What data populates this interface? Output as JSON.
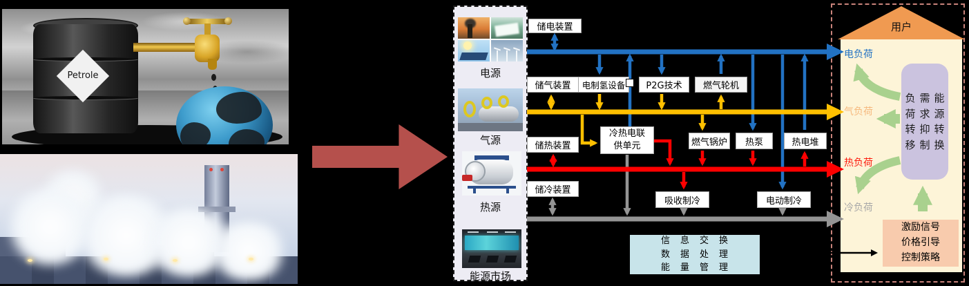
{
  "left_photos": {
    "oil_barrel_label": "Petrole"
  },
  "source_panel": {
    "items": [
      {
        "label": "电源"
      },
      {
        "label": "气源"
      },
      {
        "label": "热源"
      },
      {
        "label": "能源市场"
      }
    ]
  },
  "storage": {
    "electric": "储电装置",
    "gas": "储气装置",
    "heat": "储热装置",
    "cold": "储冷装置"
  },
  "converters": {
    "electrolysis": "电制氢设备",
    "p2g": "P2G技术",
    "gas_turbine": "燃气轮机",
    "cchp": "冷热电联\n供单元",
    "gas_boiler": "燃气锅炉",
    "heat_pump": "热泵",
    "thermopile": "热电堆",
    "absorption_chiller": "吸收制冷",
    "electric_chiller": "电动制冷"
  },
  "buses": {
    "electric": {
      "label": "电负荷",
      "color": "#2272c3"
    },
    "gas": {
      "label": "气负荷",
      "color": "#ffc000"
    },
    "heat": {
      "label": "热负荷",
      "color": "#ff0000"
    },
    "cold": {
      "label": "冷负荷",
      "color": "#949494"
    }
  },
  "user_panel": {
    "title": "用户",
    "demand_response": [
      "负荷转移",
      "需求抑制",
      "能源转换"
    ],
    "incentive": "激励信号\n价格引导\n控制策略"
  },
  "info_management": "信息交换\n数据处理\n能量管理",
  "colors": {
    "electric_bus": "#2272c3",
    "gas_bus": "#ffc000",
    "heat_bus": "#ff0000",
    "cold_bus": "#949494",
    "demand_arrow_green": "#a9d18e",
    "roof_orange": "#f09a51",
    "house_fill": "#fdf4d8",
    "dr_box_fill": "#cbc3df",
    "incentive_fill": "#f8cbad",
    "info_fill": "#c8e4ea",
    "frame_dash": "#c9837b",
    "transform_arrow": "#b5504c",
    "source_panel_fill": "#edecf4"
  }
}
